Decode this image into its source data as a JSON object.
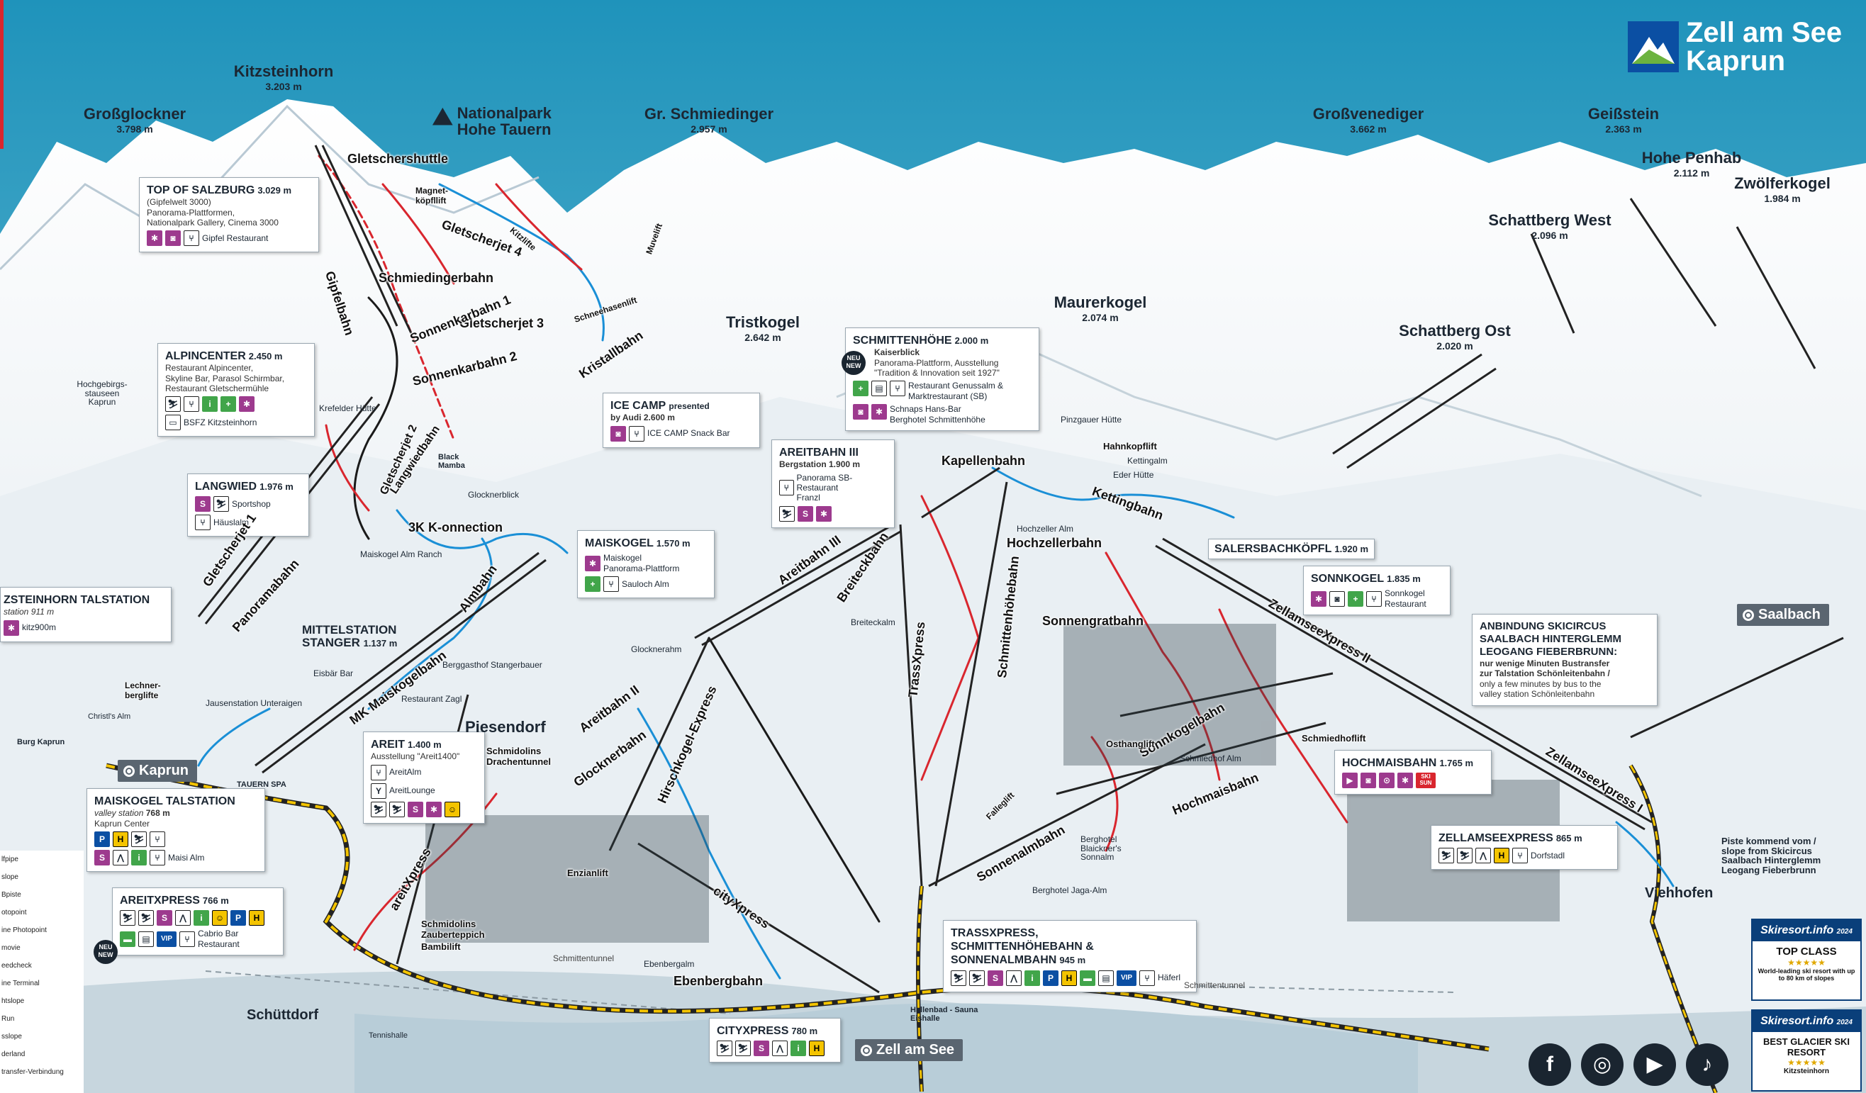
{
  "brand": {
    "line1": "Zell am See",
    "line2": "Kaprun"
  },
  "nationalpark": {
    "line1": "Nationalpark",
    "line2": "Hohe Tauern"
  },
  "peaks": [
    {
      "name": "Kitzsteinhorn",
      "elev": "3.203 m"
    },
    {
      "name": "Großglockner",
      "elev": "3.798 m"
    },
    {
      "name": "Gr. Schmiedinger",
      "elev": "2.957 m"
    },
    {
      "name": "Großvenediger",
      "elev": "3.662 m"
    },
    {
      "name": "Geißstein",
      "elev": "2.363 m"
    },
    {
      "name": "Hohe Penhab",
      "elev": "2.112 m"
    },
    {
      "name": "Zwölferkogel",
      "elev": "1.984 m"
    },
    {
      "name": "Schattberg West",
      "elev": "2.096 m"
    },
    {
      "name": "Maurerkogel",
      "elev": "2.074 m"
    },
    {
      "name": "Schattberg Ost",
      "elev": "2.020 m"
    },
    {
      "name": "Tristkogel",
      "elev": "2.642 m"
    }
  ],
  "boxes": {
    "top_salzburg": {
      "title": "TOP OF SALZBURG",
      "elev": "3.029 m",
      "lines": [
        "(Gipfelwelt 3000)",
        "Panorama-Plattformen,",
        "Nationalpark Gallery, Cinema 3000"
      ],
      "restaurant": "Gipfel Restaurant"
    },
    "alpincenter": {
      "title": "ALPINCENTER",
      "elev": "2.450 m",
      "lines": [
        "Restaurant Alpincenter,",
        "Skyline Bar, Parasol Schirmbar,",
        "Restaurant Gletschermühle"
      ],
      "extra": "BSFZ Kitzsteinhorn"
    },
    "langwied": {
      "title": "LANGWIED",
      "elev": "1.976 m",
      "shop": "Sportshop",
      "restaurant": "Häuslalm"
    },
    "icecamp": {
      "title": "ICE CAMP",
      "presented": "presented",
      "by": "by Audi 2.600 m",
      "restaurant": "ICE CAMP Snack Bar"
    },
    "schmittenhoehe": {
      "title": "SCHMITTENHÖHE",
      "elev": "2.000 m",
      "new_line1": "NEU",
      "new_line2": "NEW",
      "subtitle": "Kaiserblick",
      "lines": [
        "Panorama-Plattform, Ausstellung",
        "\"Tradition & Innovation seit 1927\""
      ],
      "rest_lines": [
        "Restaurant Genussalm &",
        "Marktrestaurant (SB)",
        "Schnaps Hans-Bar",
        "Berghotel Schmittenhöhe"
      ]
    },
    "areitbahn3": {
      "title": "AREITBAHN III",
      "sub": "Bergstation 1.900 m",
      "lines": [
        "Panorama SB-Restaurant",
        "Franzl"
      ]
    },
    "maiskogel": {
      "title": "MAISKOGEL",
      "elev": "1.570 m",
      "lines": [
        "Maiskogel",
        "Panorama-Plattform"
      ],
      "restaurant": "Sauloch Alm"
    },
    "salersbach": {
      "title": "SALERSBACHKÖPFL",
      "elev": "1.920 m"
    },
    "sonnkogel": {
      "title": "SONNKOGEL",
      "elev": "1.835 m",
      "lines": [
        "Sonnkogel",
        "Restaurant"
      ]
    },
    "kitz_talstation": {
      "title": "ZSTEINHORN TALSTATION",
      "sub": "station 911 m",
      "restaurant": "kitz900m"
    },
    "mittelstation": {
      "title": "MITTELSTATION",
      "title2": "STANGER",
      "elev": "1.137 m"
    },
    "areit": {
      "title": "AREIT",
      "elev": "1.400 m",
      "lines": [
        "Ausstellung \"Areit1400\"",
        "AreitAlm",
        "AreitLounge"
      ]
    },
    "maiskogel_tal": {
      "title": "MAISKOGEL TALSTATION",
      "sub": "valley station",
      "elev": "768 m",
      "lines": [
        "Kaprun Center"
      ],
      "restaurant": "Maisi Alm"
    },
    "areitxpress": {
      "title": "AREITXPRESS",
      "elev": "766 m",
      "new_line1": "NEU",
      "new_line2": "NEW",
      "restaurant_lines": [
        "Cabrio Bar",
        "Restaurant"
      ]
    },
    "anbindung": {
      "lines": [
        "ANBINDUNG SKICIRCUS",
        "SAALBACH HINTERGLEMM",
        "LEOGANG FIEBERBRUNN:"
      ],
      "sub": [
        "nur wenige Minuten Bustransfer",
        "zur Talstation Schönleitenbahn /",
        "only a few minutes by bus to the",
        "valley station Schönleitenbahn"
      ]
    },
    "hochmaisbahn": {
      "title": "HOCHMAISBAHN",
      "elev": "1.765 m",
      "ski": "SKI",
      "sun": "SUN"
    },
    "zellamseexpress": {
      "title": "ZELLAMSEEXPRESS",
      "elev": "865 m",
      "restaurant": "Dorfstadl"
    },
    "trassxpress": {
      "lines": [
        "TRASSXPRESS,",
        "SCHMITTENHÖHEBAHN &"
      ],
      "line3": "SONNENALMBAHN",
      "elev": "945 m",
      "restaurant": "Häferl"
    },
    "cityxpress": {
      "title": "CITYXPRESS",
      "elev": "780 m"
    },
    "piste_note": {
      "lines": [
        "Piste kommend vom /",
        "slope from Skicircus",
        "Saalbach Hinterglemm",
        "Leogang Fieberbrunn"
      ]
    }
  },
  "towns": {
    "kaprun": "Kaprun",
    "zellamsee": "Zell am See",
    "saalbach": "Saalbach"
  },
  "places": {
    "piesendorf": "Piesendorf",
    "viehhofen": "Viehhofen",
    "schuettdorf": "Schüttdorf",
    "hochzellerbahn": "Hochzellerbahn",
    "kapellenbahn": "Kapellenbahn",
    "kettingbahn": "Kettingbahn",
    "sonnengratbahn": "Sonnengratbahn",
    "gletschershuttle": "Gletschershuttle",
    "gipfelbahn": "Gipfelbahn",
    "gletscherjet4": "Gletscherjet 4",
    "gletscherjet3": "Gletscherjet 3",
    "schmiedingerbahn": "Schmiedingerbahn",
    "sonnenkarbahn1": "Sonnenkarbahn 1",
    "sonnenkarbahn2": "Sonnenkarbahn 2",
    "kristallbahn": "Kristallbahn",
    "panoramabahn": "Panoramabahn",
    "gletscherjet1": "Gletscherjet 1",
    "k3connection": "3K K-onnection",
    "almbahn": "Almbahn",
    "mk_maiskogelbahn": "MK Maiskogelbahn",
    "areitbahn2": "Areitbahn II",
    "areitbahn3lift": "Areitbahn III",
    "breiteckbahn": "Breiteckbahn",
    "glocknerbahn": "Glocknerbahn",
    "hirschkogel": "Hirschkogel-Express",
    "trassxpresslift": "TrassXpress",
    "schmittenhoehebahn": "Schmittenhöhebahn",
    "zellamseexpress2": "ZellamseeXpress II",
    "zellamseexpress1": "ZellamseeXpress I",
    "sonnkogelbahn": "Sonnkogelbahn",
    "hochmaisbahnlift": "Hochmaisbahn",
    "sonnenalmbahn": "Sonnenalmbahn",
    "cityxpresslift": "cityXpress",
    "ebenbergbahn": "Ebenbergbahn",
    "areitxpresslift": "areitXpress",
    "enzianlift": "Enzianlift",
    "bambilift": "Bambilift",
    "schmidolins_z": "Schmidolins Zauberteppich",
    "schmidolins_d": "Schmidolins Drachentunnel",
    "lechnerberglifte": "Lechner-berglifte",
    "burgkaprun": "Burg Kaprun",
    "christlsalm": "Christl's Alm",
    "tauernspa": "TAUERN SPA",
    "osthanglift": "Osthanglift",
    "schmiedhoflift": "Schmiedhoflift",
    "hahnkopflift": "Hahnkopflift",
    "kettingalm": "Kettingalm",
    "ederhuette": "Eder Hütte",
    "pinzgauer": "Pinzgauer Hütte",
    "hochzelleralm": "Hochzeller Alm",
    "glocknerblick": "Glocknerblick",
    "maiskogelalm": "Maiskogel Alm Ranch",
    "krefelder": "Krefelder Hütte",
    "hochgebirgs": "Hochgebirgs-stauseen Kaprun",
    "blackmamba": "Black Mamba",
    "berggasthof": "Berggasthof Stangerbauer",
    "eisbar": "Eisbär Bar",
    "jausenstation": "Jausenstation Unteraigen",
    "restaurantzagl": "Restaurant Zagl",
    "glocknerahm": "Glocknerahm",
    "breiteckalm": "Breiteckalm",
    "schmiedhofalm": "Schmiedhof Alm",
    "berghotelblaickner": "Berghotel Blaickner's Sonnalm",
    "berghoteljaga": "Berghotel Jaga-Alm",
    "ebenbergalm": "Ebenbergalm",
    "hallenbad": "Hallenbad - Sauna Eishalle",
    "tennishalle": "Tennishalle",
    "schmittentunnel": "Schmittentunnel",
    "fallegglift": "Falleglift",
    "magnet": "Magnet-köpfllift",
    "kitzlifte": "Kitzlifte",
    "schneehasenlift": "Schneehasenlift",
    "muvelift": "Muvelift",
    "langwiedbahn": "Langwiedbahn",
    "gletscherjet2": "Gletscherjet 2",
    "maiskogelbahnlabel": "Maiskogelbahn"
  },
  "legend": [
    "lfpipe",
    "slope",
    "Bpiste",
    "otopoint",
    "ine Photopoint",
    "movie",
    "eedcheck",
    "ine Terminal",
    "htslope",
    "Run",
    "sslope",
    "derland",
    "transfer-Verbindung"
  ],
  "badges": [
    {
      "site": "Skiresort.info",
      "year": "2024",
      "title": "TOP CLASS",
      "stars": "★★★★★",
      "note": "World-leading ski resort with up to 80 km of slopes"
    },
    {
      "site": "Skiresort.info",
      "year": "2024",
      "title": "BEST GLACIER SKI RESORT",
      "stars": "★★★★★",
      "note": "Kitzsteinhorn"
    }
  ],
  "social": [
    {
      "name": "facebook",
      "glyph": "f"
    },
    {
      "name": "instagram",
      "glyph": "◎"
    },
    {
      "name": "youtube",
      "glyph": "▶"
    },
    {
      "name": "tiktok",
      "glyph": "♪"
    }
  ],
  "colors": {
    "sky": "#2e9ec2",
    "snow": "#eef3f6",
    "red_run": "#d9262e",
    "blue_run": "#1a8fd6",
    "black_run": "#1a1a1a",
    "bus": "#f4c400",
    "lake": "#b8cdd8"
  }
}
